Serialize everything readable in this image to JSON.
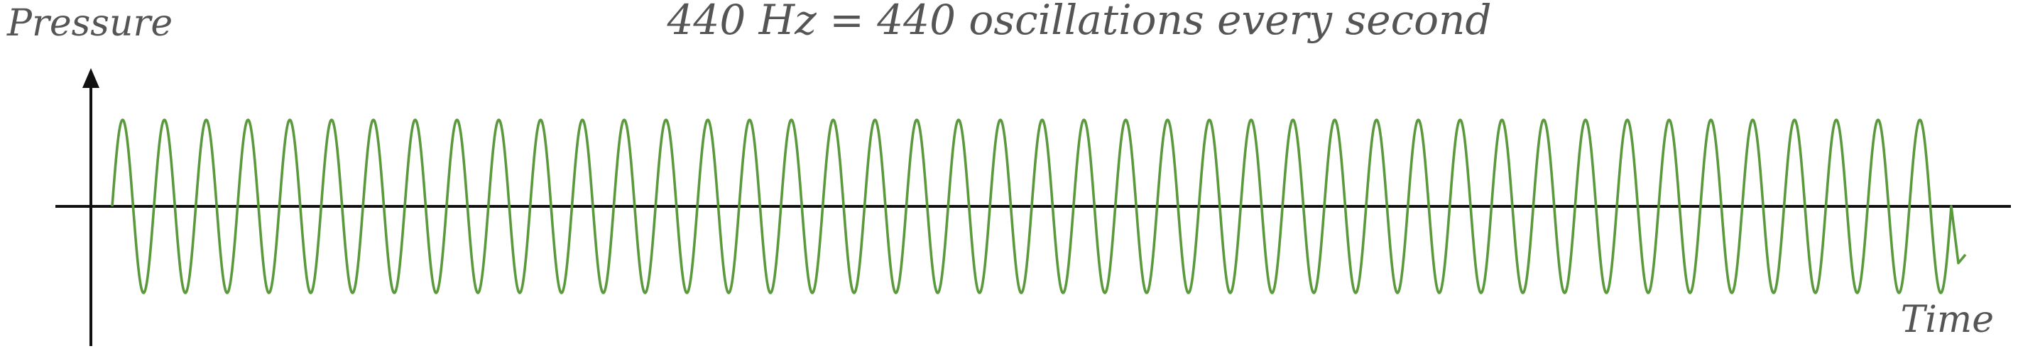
{
  "diagram": {
    "title": "440 Hz = 440 oscillations every second",
    "y_axis_label": "Pressure",
    "x_axis_label": "Time",
    "wave": {
      "cycles_shown": 44,
      "color": "#5a9a3c"
    },
    "axis_color": "#111111",
    "text_color": "#555555"
  }
}
